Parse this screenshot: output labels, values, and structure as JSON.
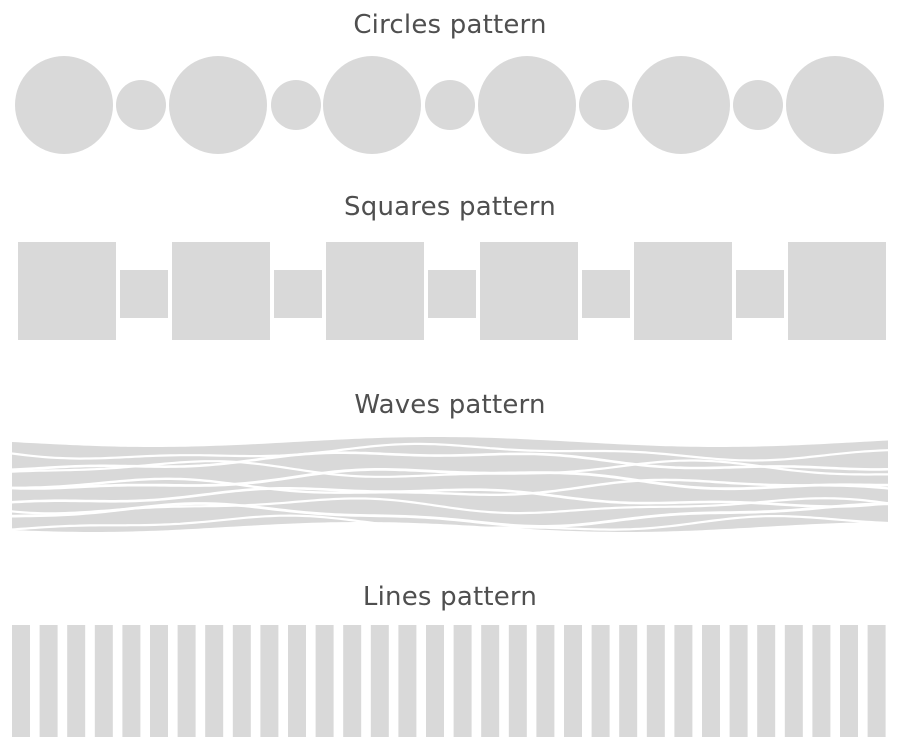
{
  "labels": {
    "circles": "Circles pattern",
    "squares": "Squares pattern",
    "waves": "Waves pattern",
    "lines": "Lines pattern"
  },
  "colors": {
    "shape_fill": "#d9d9d9",
    "label_text": "#4f4f4f",
    "background": "#ffffff"
  }
}
